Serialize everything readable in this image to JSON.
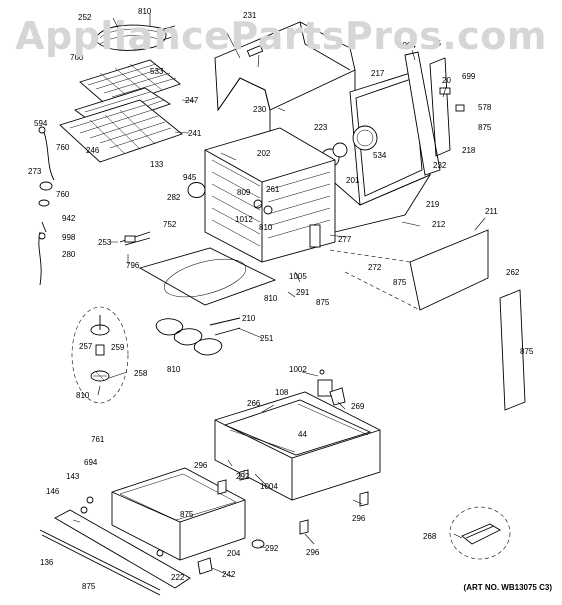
{
  "watermark": "AppliancePartsPros.com",
  "art_number": "(ART NO. WB13075 C3)",
  "part_numbers": {
    "p252": "252",
    "p810a": "810",
    "p231": "231",
    "p1004a": "1004",
    "p75": "75",
    "p760a": "760",
    "p533": "533",
    "p217": "217",
    "p20": "20",
    "p699": "699",
    "p247": "247",
    "p230": "230",
    "p578": "578",
    "p594": "594",
    "p241": "241",
    "p223": "223",
    "p875a": "875",
    "p246": "246",
    "p760b": "760",
    "p534": "534",
    "p218": "218",
    "p202": "202",
    "p232": "232",
    "p133": "133",
    "p945": "945",
    "p201": "201",
    "p273": "273",
    "p809": "809",
    "p261": "261",
    "p219": "219",
    "p760c": "760",
    "p282": "282",
    "p1012": "1012",
    "p810b": "810",
    "p942": "942",
    "p752": "752",
    "p212": "212",
    "p211": "211",
    "p998": "998",
    "p277": "277",
    "p253": "253",
    "p280": "280",
    "p272": "272",
    "p796": "796",
    "p1005": "1005",
    "p875b": "875",
    "p262": "262",
    "p291": "291",
    "p810c": "810",
    "p875c": "875",
    "p210": "210",
    "p257": "257",
    "p259": "259",
    "p251": "251",
    "p875d": "875",
    "p258": "258",
    "p810d": "810",
    "p1002": "1002",
    "p810e": "810",
    "p108": "108",
    "p266": "266",
    "p269": "269",
    "p44": "44",
    "p761": "761",
    "p694": "694",
    "p296a": "296",
    "p143": "143",
    "p292a": "292",
    "p1004b": "1004",
    "p146": "146",
    "p875e": "875",
    "p296b": "296",
    "p268": "268",
    "p204": "204",
    "p292b": "292",
    "p136": "136",
    "p296c": "296",
    "p242": "242",
    "p222": "222",
    "p875f": "875"
  }
}
